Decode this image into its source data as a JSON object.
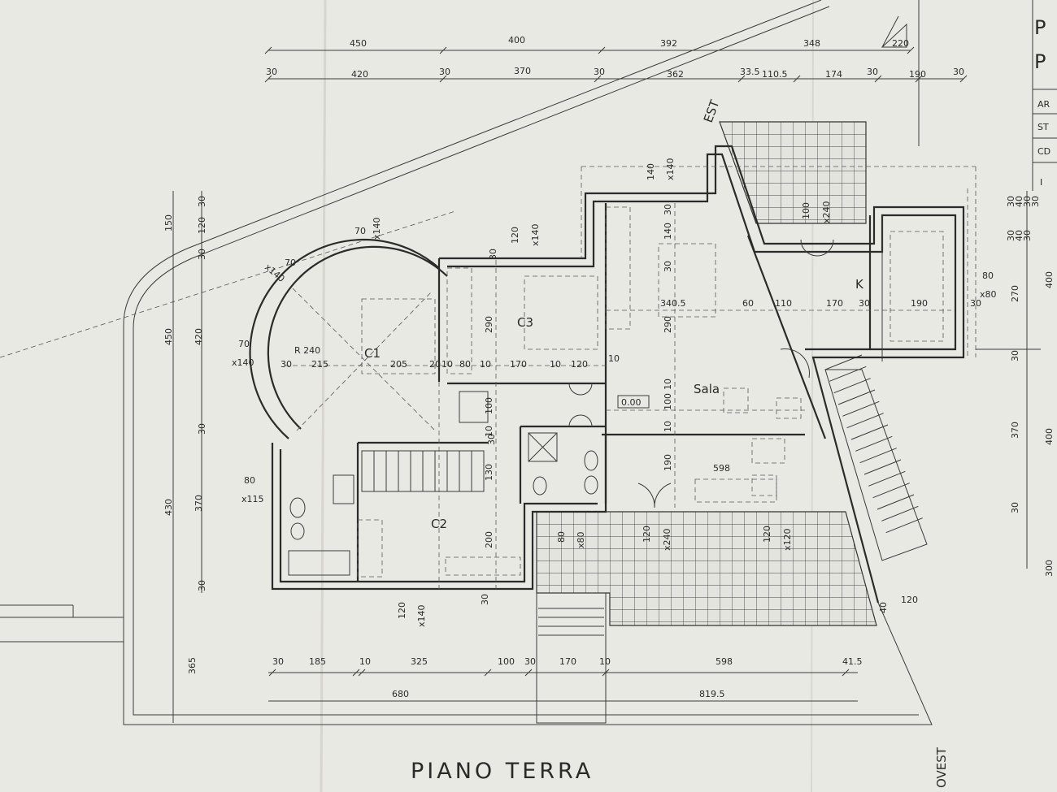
{
  "title": "PIANO TERRA",
  "orientation": {
    "east": "EST",
    "west": "OVEST"
  },
  "rooms": {
    "c1": "C1",
    "c2": "C2",
    "c3": "C3",
    "sala": "Sala",
    "k": "K"
  },
  "level_mark": "0.00",
  "radius_label": "R 240",
  "title_block": {
    "p1": "P",
    "p2": "P",
    "ar": "AR",
    "st": "ST",
    "cd": "CD",
    "i": "I"
  },
  "dims_top_outer": [
    "450",
    "400",
    "392",
    "348",
    "220"
  ],
  "dims_top_inner": [
    "30",
    "420",
    "30",
    "370",
    "30",
    "362",
    "33.5",
    "110.5",
    "174",
    "30",
    "190",
    "30"
  ],
  "dims_bottom_1": [
    "30",
    "185",
    "10",
    "325",
    "100",
    "30",
    "170",
    "10",
    "598",
    "41.5"
  ],
  "dims_bottom_2": [
    "680",
    "819.5"
  ],
  "dims_left_outer": [
    "150",
    "450",
    "430",
    "365"
  ],
  "dims_left_inner": [
    "30",
    "120",
    "30",
    "420",
    "30",
    "370",
    "30"
  ],
  "dims_right": [
    "30",
    "40",
    "30",
    "30",
    "30",
    "40",
    "30",
    "400",
    "270",
    "370",
    "400",
    "300",
    "30",
    "30"
  ],
  "window_labels": {
    "c1_top": [
      "70",
      "x140"
    ],
    "c1_diag": [
      "70",
      "x140"
    ],
    "c1_left": [
      "70",
      "x140"
    ],
    "c3_top": [
      "120",
      "x140"
    ],
    "sala_top": [
      "140",
      "x140"
    ],
    "terrace_door": [
      "100",
      "x240"
    ],
    "k_right": [
      "80",
      "x80"
    ],
    "bath_left": [
      "80",
      "x115"
    ],
    "c2_bottom": [
      "120",
      "x140"
    ],
    "bath2": [
      "80",
      "x80"
    ],
    "sala_door": [
      "120",
      "x240"
    ],
    "sala_win": [
      "120",
      "x120"
    ]
  },
  "interior_dims": {
    "c1_row": [
      "30",
      "215",
      "205",
      "20",
      "10",
      "80",
      "10",
      "170",
      "10",
      "120",
      "10"
    ],
    "k_row": [
      "340.5",
      "60",
      "110",
      "170",
      "30",
      "190",
      "30"
    ],
    "c3_v": "290",
    "sala_v1": "290",
    "sala_v2": "10",
    "sala_v3": "100",
    "sala_v4": "10",
    "sala_v5": "190",
    "sala_h": "598",
    "c2_v1": "100",
    "c2_v2": "10",
    "c2_v3": "130",
    "c2_v4": "200",
    "c2_v5": "30",
    "top_30a": "30",
    "top_30b": "30",
    "top_140": "140",
    "top_30c": "30",
    "right_120": "120",
    "right_40": "40",
    "c3_30": "30"
  }
}
